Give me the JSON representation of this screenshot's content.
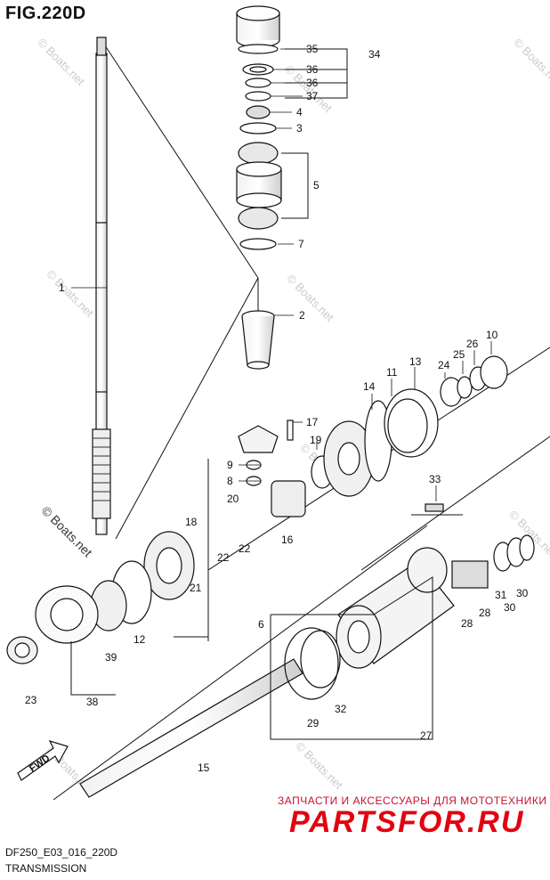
{
  "figure": {
    "title": "FIG.220D",
    "code": "DF250_E03_016_220D",
    "subtitle": "TRANSMISSION"
  },
  "watermark": {
    "text": "© Boats.net",
    "text_dark": "© Boats.net"
  },
  "banner": {
    "top_text": "ЗАПЧАСТИ И АКСЕССУАРЫ ДЛЯ МОТОТЕХНИКИ",
    "logo_text": "PARTSFOR.RU",
    "color": "#e3000f"
  },
  "fwd_label": "FWD",
  "parts": [
    {
      "num": "1"
    },
    {
      "num": "2"
    },
    {
      "num": "3"
    },
    {
      "num": "4"
    },
    {
      "num": "5"
    },
    {
      "num": "6"
    },
    {
      "num": "7"
    },
    {
      "num": "8"
    },
    {
      "num": "9"
    },
    {
      "num": "10"
    },
    {
      "num": "11"
    },
    {
      "num": "12"
    },
    {
      "num": "13"
    },
    {
      "num": "14"
    },
    {
      "num": "15"
    },
    {
      "num": "16"
    },
    {
      "num": "17"
    },
    {
      "num": "18"
    },
    {
      "num": "19"
    },
    {
      "num": "20"
    },
    {
      "num": "21"
    },
    {
      "num": "22"
    },
    {
      "num": "22"
    },
    {
      "num": "23"
    },
    {
      "num": "24"
    },
    {
      "num": "25"
    },
    {
      "num": "26"
    },
    {
      "num": "27"
    },
    {
      "num": "28"
    },
    {
      "num": "28"
    },
    {
      "num": "29"
    },
    {
      "num": "30"
    },
    {
      "num": "30"
    },
    {
      "num": "31"
    },
    {
      "num": "32"
    },
    {
      "num": "33"
    },
    {
      "num": "34"
    },
    {
      "num": "35"
    },
    {
      "num": "36"
    },
    {
      "num": "36"
    },
    {
      "num": "37"
    },
    {
      "num": "38"
    },
    {
      "num": "39"
    }
  ]
}
